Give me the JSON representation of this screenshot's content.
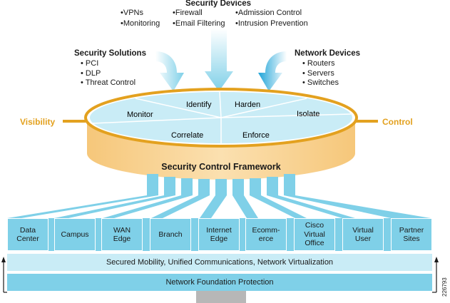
{
  "security_devices": {
    "title": "Security Devices",
    "col1": [
      "VPNs",
      "Monitoring"
    ],
    "col2": [
      "Firewall",
      "Email Filtering"
    ],
    "col3": [
      "Admission Control",
      "Intrusion Prevention"
    ]
  },
  "security_solutions": {
    "title": "Security Solutions",
    "items": [
      "PCI",
      "DLP",
      "Threat Control"
    ]
  },
  "network_devices": {
    "title": "Network Devices",
    "items": [
      "Routers",
      "Servers",
      "Switches"
    ]
  },
  "framework": {
    "wedges": {
      "identify": "Identify",
      "harden": "Harden",
      "monitor": "Monitor",
      "isolate": "Isolate",
      "correlate": "Correlate",
      "enforce": "Enforce"
    },
    "visibility": "Visibility",
    "control": "Control",
    "name": "Security Control Framework"
  },
  "modules": [
    "Data\nCenter",
    "Campus",
    "WAN\nEdge",
    "Branch",
    "Internet\nEdge",
    "Ecomm-\nerce",
    "Cisco\nVirtual\nOffice",
    "Virtual\nUser",
    "Partner\nSites"
  ],
  "bars": {
    "secured": "Secured Mobility, Unified Communications, Network Virtualization",
    "foundation": "Network Foundation Protection"
  },
  "figure_id": "226793",
  "colors": {
    "light_blue": "#7fd0e8",
    "pale_blue": "#c9ecf6",
    "orange": "#e3a11f",
    "tan": "#f5c77e"
  }
}
